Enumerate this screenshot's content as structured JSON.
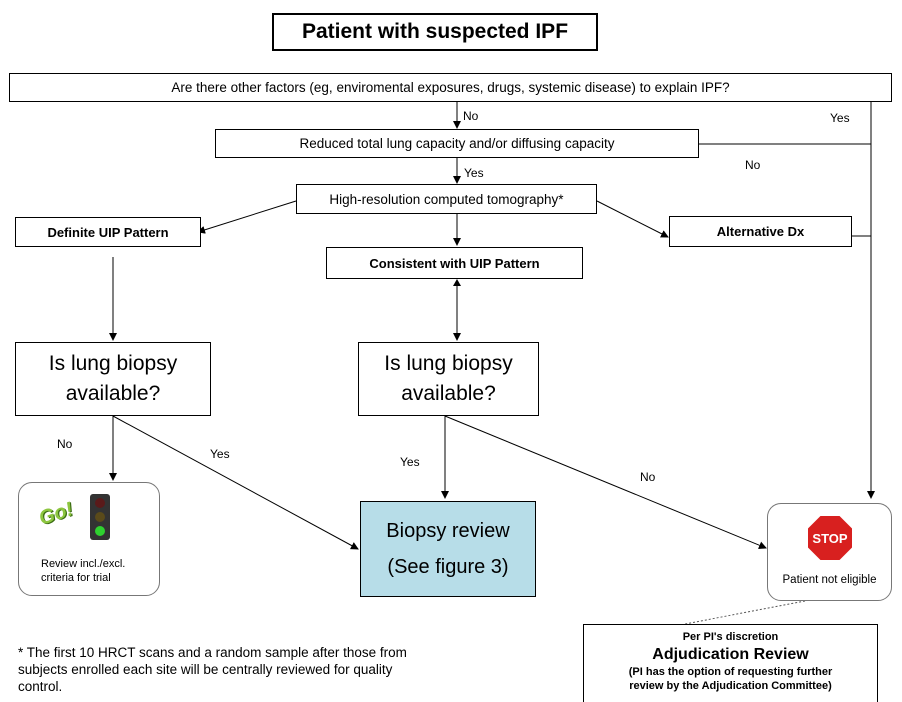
{
  "title": "Patient with suspected IPF",
  "nodes": {
    "q_other_factors": "Are there other factors (eg, enviromental exposures, drugs, systemic disease) to explain IPF?",
    "reduced_capacity": "Reduced total lung capacity and/or diffusing capacity",
    "hrct": "High-resolution computed tomography*",
    "definite_uip": "Definite UIP Pattern",
    "alternative_dx": "Alternative Dx",
    "consistent_uip": "Consistent with UIP Pattern",
    "biopsy_q_left": [
      "Is lung biopsy",
      "available?"
    ],
    "biopsy_q_center": [
      "Is lung biopsy",
      "available?"
    ],
    "review_criteria": [
      "Review incl./excl.",
      "criteria for trial"
    ],
    "go_icon_text": "Go!",
    "biopsy_review": [
      "Biopsy review",
      "(See figure 3)"
    ],
    "stop_icon_text": "STOP",
    "not_eligible": "Patient not eligible",
    "adjudication": {
      "line1": "Per PI's discretion",
      "line2": "Adjudication Review",
      "line3": "(PI has the option of requesting further",
      "line4": "review by the Adjudication Committee)"
    }
  },
  "edge_labels": {
    "no_1": "No",
    "yes_1": "Yes",
    "no_2": "No",
    "yes_2": "Yes",
    "no_left": "No",
    "yes_left": "Yes",
    "yes_center": "Yes",
    "no_center": "No"
  },
  "footnote": [
    "* The first 10 HRCT scans and a random sample after those from",
    "subjects enrolled each site will be centrally reviewed for quality",
    "control."
  ],
  "colors": {
    "biopsy_fill": "#b7dde8",
    "stop_red": "#d8201f",
    "go_green": "#8dc63f"
  }
}
